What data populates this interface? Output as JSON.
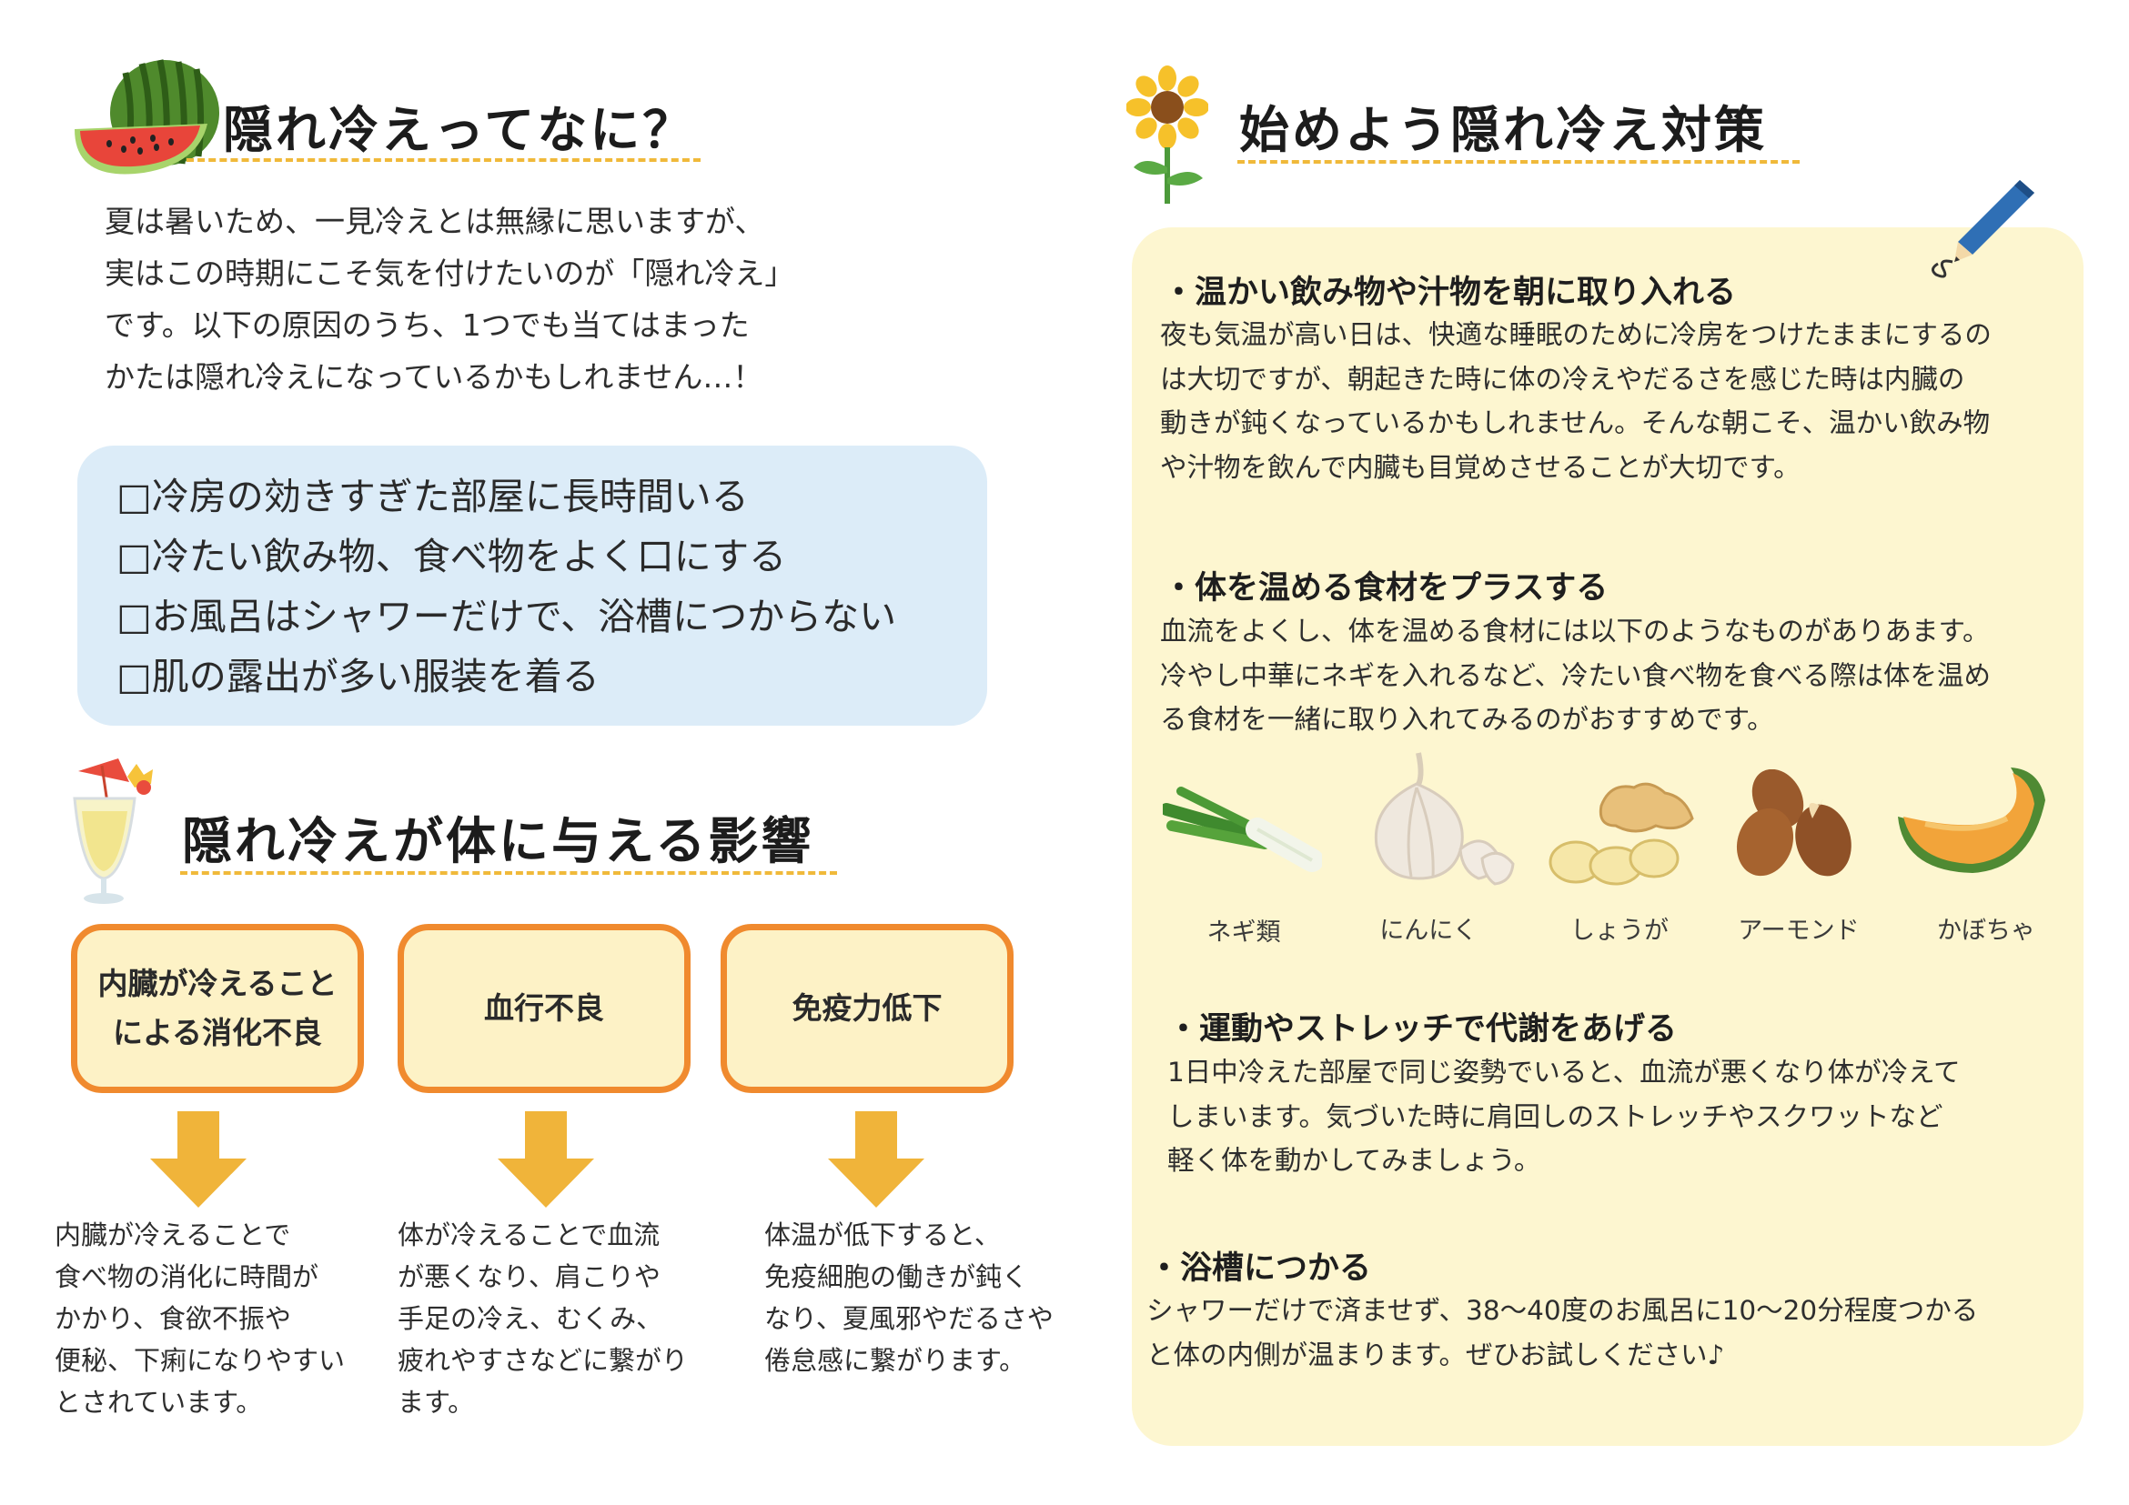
{
  "left": {
    "section1": {
      "title": "隠れ冷えってなに？",
      "intro": [
        "夏は暑いため、一見冷えとは無縁に思いますが、",
        "実はこの時期にこそ気を付けたいのが「隠れ冷え」",
        "です。以下の原因のうち、1つでも当てはまった",
        "かたは隠れ冷えになっているかもしれません…！"
      ],
      "checklist": [
        "□冷房の効きすぎた部屋に長時間いる",
        "□冷たい飲み物、食べ物をよく口にする",
        "□お風呂はシャワーだけで、浴槽につからない",
        "□肌の露出が多い服装を着る"
      ]
    },
    "section2": {
      "title": "隠れ冷えが体に与える影響",
      "effects": [
        {
          "label_lines": [
            "内臓が冷えること",
            "による消化不良"
          ],
          "desc": [
            "内臓が冷えることで",
            "食べ物の消化に時間が",
            "かかり、食欲不振や",
            "便秘、下痢になりやすい",
            "とされています。"
          ]
        },
        {
          "label_lines": [
            "血行不良"
          ],
          "desc": [
            "体が冷えることで血流",
            "が悪くなり、肩こりや",
            "手足の冷え、むくみ、",
            "疲れやすさなどに繋がり",
            "ます。"
          ]
        },
        {
          "label_lines": [
            "免疫力低下"
          ],
          "desc": [
            "体温が低下すると、",
            "免疫細胞の働きが鈍く",
            "なり、夏風邪やだるさや",
            "倦怠感に繋がります。"
          ]
        }
      ]
    }
  },
  "right": {
    "title": "始めよう隠れ冷え対策",
    "sections": [
      {
        "heading": "・温かい飲み物や汁物を朝に取り入れる",
        "lines": [
          "夜も気温が高い日は、快適な睡眠のために冷房をつけたままにするの",
          "は大切ですが、朝起きた時に体の冷えやだるさを感じた時は内臓の",
          "動きが鈍くなっているかもしれません。そんな朝こそ、温かい飲み物",
          "や汁物を飲んで内臓も目覚めさせることが大切です。"
        ]
      },
      {
        "heading": "・体を温める食材をプラスする",
        "lines": [
          "血流をよくし、体を温める食材には以下のようなものがありあます。",
          "冷やし中華にネギを入れるなど、冷たい食べ物を食べる際は体を温め",
          "る食材を一緒に取り入れてみるのがおすすめです。"
        ]
      },
      {
        "heading": "・運動やストレッチで代謝をあげる",
        "lines": [
          "1日中冷えた部屋で同じ姿勢でいると、血流が悪くなり体が冷えて",
          "しまいます。気づいた時に肩回しのストレッチやスクワットなど",
          "軽く体を動かしてみましょう。"
        ]
      },
      {
        "heading": "・浴槽につかる",
        "lines": [
          "シャワーだけで済ませず、38〜40度のお風呂に10〜20分程度つかる",
          "と体の内側が温まります。ぜひお試しください♪"
        ]
      }
    ],
    "foods": [
      "ネギ類",
      "にんにく",
      "しょうが",
      "アーモンド",
      "かぼちゃ"
    ]
  },
  "colors": {
    "accent_orange": "#f08a2e",
    "arrow_yellow": "#f0b43a",
    "check_box_blue": "#dcecf8",
    "panel_cream": "#fdf6d0",
    "effect_box_fill": "#fdf2c6"
  },
  "icons": [
    "watermelon-icon",
    "tropical-drink-icon",
    "sunflower-icon",
    "pencil-icon",
    "green-onion-icon",
    "garlic-icon",
    "ginger-icon",
    "almond-icon",
    "pumpkin-icon"
  ]
}
